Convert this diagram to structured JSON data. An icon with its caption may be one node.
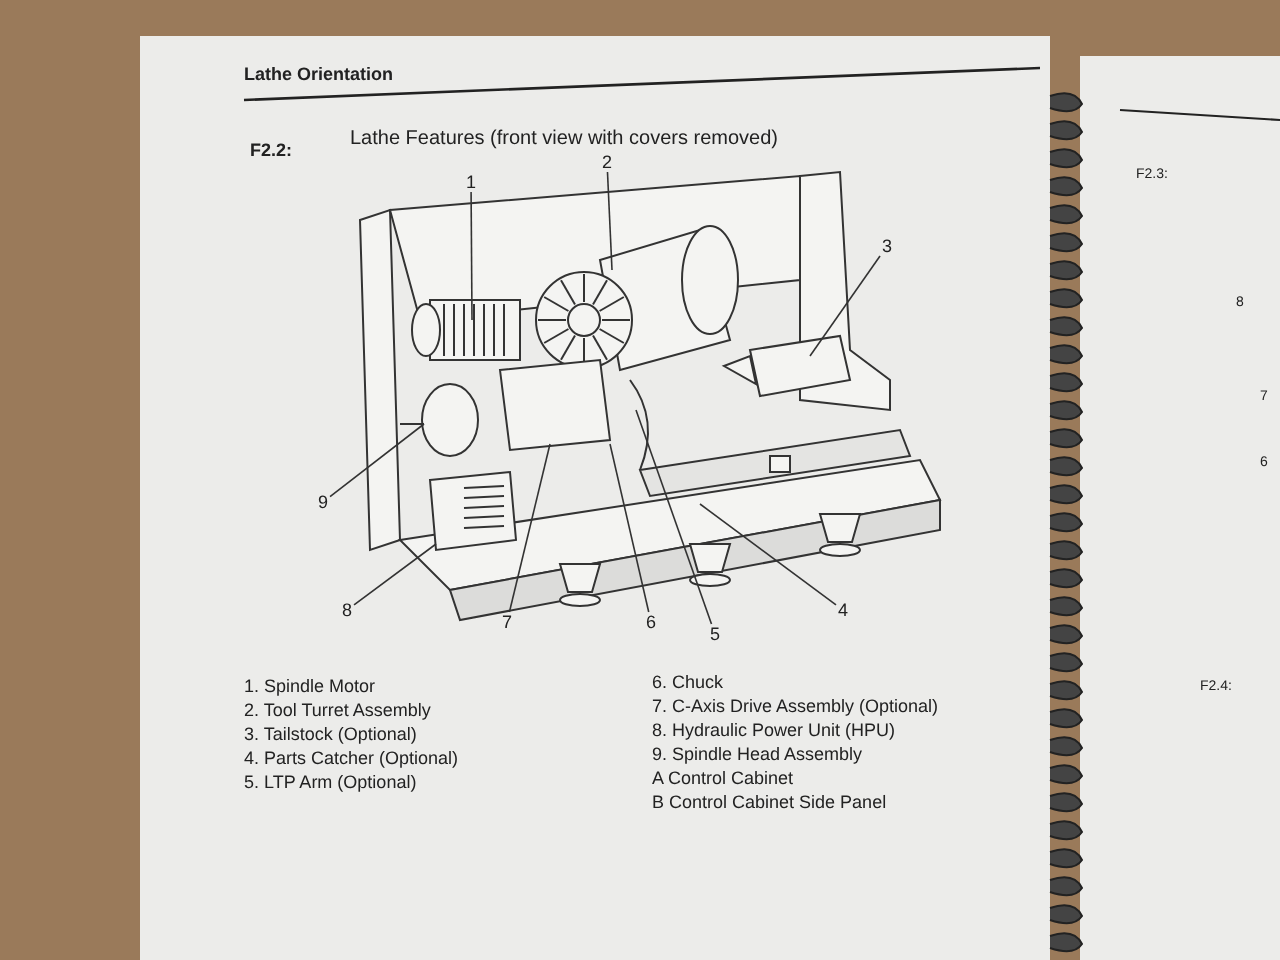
{
  "diagram": {
    "title": "Lathe Features (front view with covers removed)",
    "nodes": [
      {
        "text": [
          "1"
        ]
      },
      {
        "text": [
          "2"
        ]
      },
      {
        "text": [
          "3"
        ]
      },
      {
        "text": [
          "4"
        ]
      },
      {
        "text": [
          "5"
        ]
      },
      {
        "text": [
          "6"
        ]
      },
      {
        "text": [
          "7"
        ]
      },
      {
        "text": [
          "8"
        ]
      },
      {
        "text": [
          "9"
        ]
      }
    ],
    "edges": [
      {
        "from": 0,
        "to": null,
        "arrow": "none"
      },
      {
        "from": 1,
        "to": null,
        "arrow": "none"
      },
      {
        "from": 2,
        "to": null,
        "arrow": "none"
      },
      {
        "from": 3,
        "to": null,
        "arrow": "none"
      },
      {
        "from": 4,
        "to": null,
        "arrow": "none"
      },
      {
        "from": 5,
        "to": null,
        "arrow": "none"
      },
      {
        "from": 6,
        "to": null,
        "arrow": "none"
      },
      {
        "from": 7,
        "to": null,
        "arrow": "none"
      },
      {
        "from": 8,
        "to": null,
        "arrow": "none"
      }
    ],
    "labels": [
      "Lathe Orientation",
      "F2.2:",
      "1. Spindle Motor",
      "2. Tool Turret Assembly",
      "3. Tailstock (Optional)",
      "4. Parts Catcher (Optional)",
      "5. LTP Arm (Optional)",
      "6. Chuck",
      "7. C-Axis Drive Assembly (Optional)",
      "8. Hydraulic Power Unit (HPU)",
      "9. Spindle Head Assembly",
      "A Control Cabinet",
      "B Control Cabinet Side Panel",
      "F2.3:",
      "8",
      "7",
      "6",
      "F2.4:"
    ]
  }
}
